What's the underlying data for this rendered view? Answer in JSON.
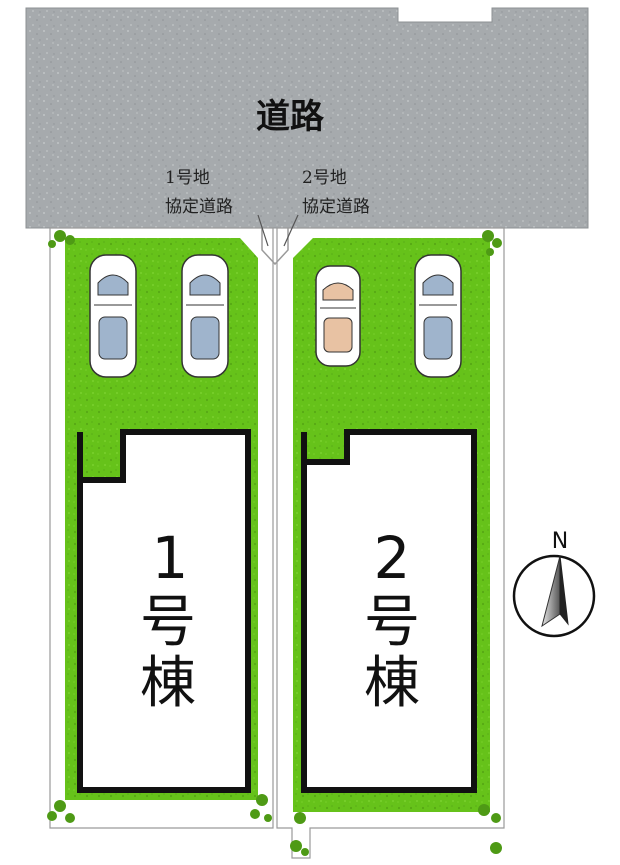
{
  "road": {
    "label": "道路"
  },
  "lots": [
    {
      "access_road": [
        "1号地",
        "協定道路"
      ],
      "building": [
        "1",
        "号",
        "棟"
      ]
    },
    {
      "access_road": [
        "2号地",
        "協定道路"
      ],
      "building": [
        "2",
        "号",
        "棟"
      ]
    }
  ],
  "compass": {
    "label": "N"
  },
  "colors": {
    "road": "#a6aaad",
    "lawn": "#66c21a",
    "lawn_dark": "#4e9a15",
    "building_outline": "#111111",
    "path": "#ffffff",
    "car_body": "#ffffff",
    "car_glass": "#9fb4cc",
    "car_alt_glass": "#e8c2a3"
  }
}
